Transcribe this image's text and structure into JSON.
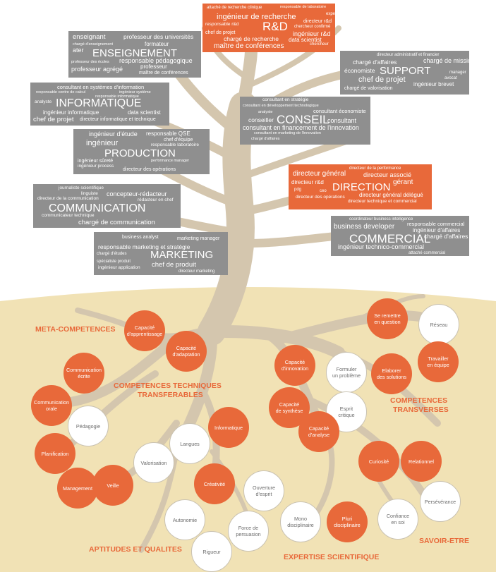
{
  "colors": {
    "accent": "#e8693a",
    "cloud_grey": "#8f8f8f",
    "trunk": "#d4c6ae",
    "ground": "#f1e2b5",
    "circle_white": "#ffffff"
  },
  "clouds": [
    {
      "key": "rd",
      "fill": "orange",
      "words": [
        "attaché de recherche clinique",
        "responsable de laboratoire",
        "expert",
        "ingénieur de recherche",
        "directeur r&d",
        "responsable r&d",
        "R&D",
        "chercheur confirmé",
        "chef de projet",
        "ingénieur r&d",
        "chargé de recherche",
        "data scientist",
        "chercheur",
        "maître de conférences"
      ]
    },
    {
      "key": "enseignement",
      "fill": "grey",
      "words": [
        "enseignant",
        "professeur des universités",
        "chargé d'enseignement",
        "formateur",
        "ater",
        "ENSEIGNEMENT",
        "professeur des écoles",
        "responsable pédagogique",
        "professeur",
        "professeur agrégé",
        "maître de conférences"
      ]
    },
    {
      "key": "support",
      "fill": "grey",
      "words": [
        "directeur administratif et financier",
        "chargé d'affaires",
        "chargé de mission",
        "économiste",
        "SUPPORT",
        "manager",
        "chef de projet",
        "avocat",
        "ingénieur brevet",
        "chargé de valorisation"
      ]
    },
    {
      "key": "informatique",
      "fill": "grey",
      "words": [
        "consultant en systèmes d'information",
        "responsable centre de calcul",
        "ingénieur système",
        "responsable informatique",
        "analyste",
        "INFORMATIQUE",
        "ingénieur informatique",
        "data scientist",
        "chef de projet",
        "directeur informatique et technique"
      ]
    },
    {
      "key": "conseil",
      "fill": "grey",
      "words": [
        "consultant en stratégie",
        "consultant en développement technologique",
        "analyste",
        "consultant économiste",
        "conseiller",
        "CONSEIL",
        "consultant",
        "consultant en financement de l'innovation",
        "consultant en marketing de l'innovation",
        "chargé d'affaires"
      ]
    },
    {
      "key": "production",
      "fill": "grey",
      "words": [
        "ingénieur d'étude",
        "responsable QSE",
        "chef d'équipe",
        "ingénieur",
        "responsable laboratoire",
        "PRODUCTION",
        "performance manager",
        "ingénieur sûreté",
        "ingénieur process",
        "directeur des opérations"
      ]
    },
    {
      "key": "direction",
      "fill": "orange",
      "words": [
        "directeur de la performance",
        "directeur général",
        "directeur associé",
        "directeur r&d",
        "gérant",
        "DIRECTION",
        "pdg",
        "ceo",
        "directeur général délégué",
        "directeur des opérations",
        "directeur technique et commercial"
      ]
    },
    {
      "key": "communication",
      "fill": "grey",
      "words": [
        "journaliste scientifique",
        "linguiste",
        "concepteur-rédacteur",
        "directeur de la communication",
        "rédacteur en chef",
        "COMMUNICATION",
        "communicateur technique",
        "chargé de communication"
      ]
    },
    {
      "key": "commercial",
      "fill": "grey",
      "words": [
        "coordinateur business intelligence",
        "business developer",
        "responsable commercial",
        "ingénieur d'affaires",
        "COMMERCIAL",
        "chargé d'affaires",
        "ingénieur technico-commercial",
        "attaché commercial"
      ]
    },
    {
      "key": "marketing",
      "fill": "grey",
      "words": [
        "business analyst",
        "marketing manager",
        "responsable marketing et stratégie",
        "chargé d'études",
        "MARKETING",
        "spécialiste produit",
        "chef de produit",
        "ingénieur application",
        "directeur marketing"
      ]
    }
  ],
  "categories": [
    "META-COMPETENCES",
    "COMPETENCES TECHNIQUES",
    "TRANSFERABLES",
    "COMPETENCES",
    "TRANSVERSES",
    "SAVOIR-ETRE",
    "APTITUDES ET QUALITES",
    "EXPERTISE SCIENTIFIQUE"
  ],
  "circles": [
    {
      "lines": [
        "Capacité",
        "d'apprentissage"
      ],
      "fill": "orange"
    },
    {
      "lines": [
        "Capacité",
        "d'adaptation"
      ],
      "fill": "orange"
    },
    {
      "lines": [
        "Se remettre",
        "en question"
      ],
      "fill": "orange"
    },
    {
      "lines": [
        "Réseau"
      ],
      "fill": "white"
    },
    {
      "lines": [
        "Communication",
        "écrite"
      ],
      "fill": "orange"
    },
    {
      "lines": [
        "Communication",
        "orale"
      ],
      "fill": "orange"
    },
    {
      "lines": [
        "Pédagogie"
      ],
      "fill": "white"
    },
    {
      "lines": [
        "Planification"
      ],
      "fill": "orange"
    },
    {
      "lines": [
        "Management"
      ],
      "fill": "orange"
    },
    {
      "lines": [
        "Veille"
      ],
      "fill": "orange"
    },
    {
      "lines": [
        "Valorisation"
      ],
      "fill": "white"
    },
    {
      "lines": [
        "Langues"
      ],
      "fill": "white"
    },
    {
      "lines": [
        "Informatique"
      ],
      "fill": "orange"
    },
    {
      "lines": [
        "Créativité"
      ],
      "fill": "orange"
    },
    {
      "lines": [
        "Capacité",
        "d'innovation"
      ],
      "fill": "orange"
    },
    {
      "lines": [
        "Formuler",
        "un problème"
      ],
      "fill": "white"
    },
    {
      "lines": [
        "Elaborer",
        "des solutions"
      ],
      "fill": "orange"
    },
    {
      "lines": [
        "Travailler",
        "en équipe"
      ],
      "fill": "orange"
    },
    {
      "lines": [
        "Capacité",
        "de synthèse"
      ],
      "fill": "orange"
    },
    {
      "lines": [
        "Esprit",
        "critique"
      ],
      "fill": "white"
    },
    {
      "lines": [
        "Capacité",
        "d'analyse"
      ],
      "fill": "orange"
    },
    {
      "lines": [
        "Curiosité"
      ],
      "fill": "orange"
    },
    {
      "lines": [
        "Relationnel"
      ],
      "fill": "orange"
    },
    {
      "lines": [
        "Persévérance"
      ],
      "fill": "white"
    },
    {
      "lines": [
        "Ouverture",
        "d'esprit"
      ],
      "fill": "white"
    },
    {
      "lines": [
        "Autonomie"
      ],
      "fill": "white"
    },
    {
      "lines": [
        "Force de",
        "persuasion"
      ],
      "fill": "white"
    },
    {
      "lines": [
        "Rigueur"
      ],
      "fill": "white"
    },
    {
      "lines": [
        "Mono",
        "disciplinaire"
      ],
      "fill": "white"
    },
    {
      "lines": [
        "Pluri",
        "disciplinaire"
      ],
      "fill": "orange"
    },
    {
      "lines": [
        "Confiance",
        "en soi"
      ],
      "fill": "white"
    }
  ]
}
